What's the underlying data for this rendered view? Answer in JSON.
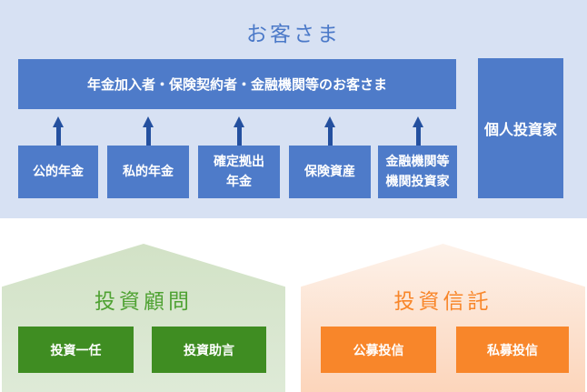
{
  "colors": {
    "panel_bg": "#d7e1f3",
    "box_blue": "#4e7bc9",
    "arrow_navy": "#24509f",
    "title_blue": "#4b79c8",
    "green_box": "#3f8d22",
    "green_title": "#4fa233",
    "green_house_top": "#d2e2c6",
    "green_house_bottom": "#deead7",
    "orange_box": "#f8862a",
    "orange_title": "#f8862a",
    "orange_house_top": "#fdf2ea",
    "orange_house_bottom": "#fcd5bb"
  },
  "customer_section": {
    "title": "お客さま",
    "main_bar": "年金加入者・保険契約者・金融機関等のお客さま",
    "sources": [
      "公的年金",
      "私的年金",
      "確定拠出\n年金",
      "保険資産",
      "金融機関等\n機関投資家"
    ],
    "individual_investor": "個人投資家"
  },
  "advisory_section": {
    "title": "投資顧問",
    "boxes": [
      "投資一任",
      "投資助言"
    ]
  },
  "trust_section": {
    "title": "投資信託",
    "boxes": [
      "公募投信",
      "私募投信"
    ]
  }
}
